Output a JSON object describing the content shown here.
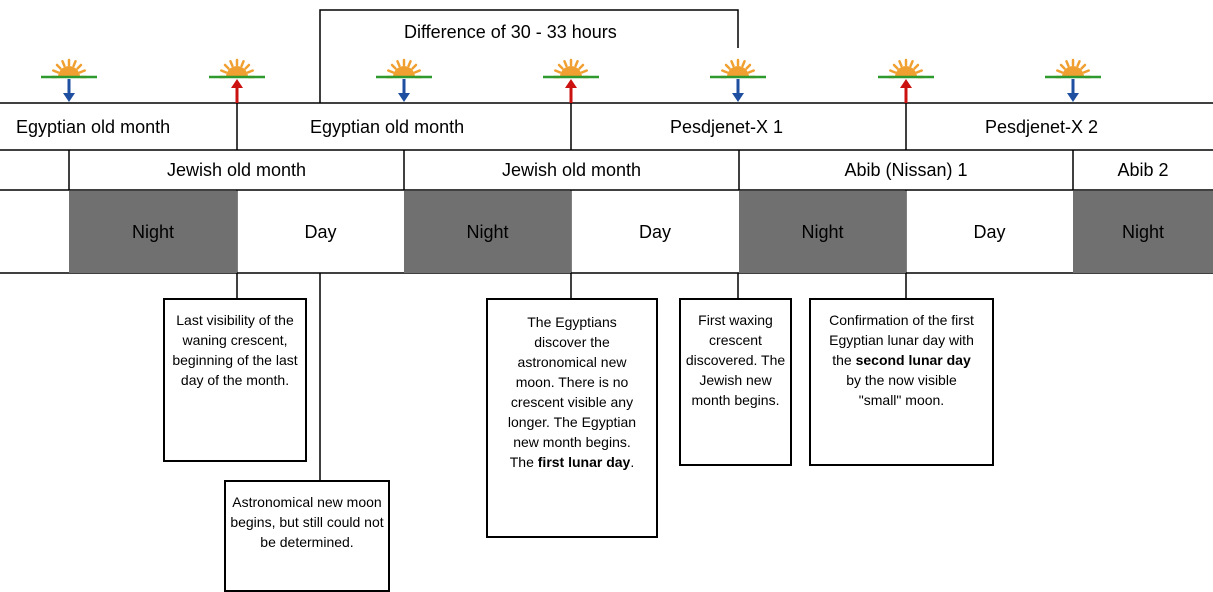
{
  "difference_label": "Difference of 30 - 33 hours",
  "egyptian_row": [
    "Egyptian old month",
    "Egyptian old month",
    "Pesdjenet-X 1",
    "Pesdjenet-X 2"
  ],
  "jewish_row": [
    "Jewish old month",
    "Jewish old month",
    "Abib (Nissan) 1",
    "Abib 2"
  ],
  "day_night_row": [
    "Night",
    "Day",
    "Night",
    "Day",
    "Night",
    "Day",
    "Night"
  ],
  "notes": {
    "last_visibility": "Last visibility of the waning crescent, beginning of the last day of the month.",
    "astronomical_new_moon": "Astronomical new moon begins, but still could not be determined.",
    "egyptians_discover": {
      "pre": "The Egyptians discover the astronomical new moon. There is no crescent visible any longer. The Egyptian new month begins. The",
      "bold": "first lunar day",
      "post": "."
    },
    "first_waxing": "First waxing crescent discovered. The Jewish new month begins.",
    "confirmation": {
      "pre": "Confirmation of the first Egyptian lunar day with the",
      "bold": "second lunar day",
      "post": "by the now visible \"small\" moon."
    }
  },
  "sun_events": [
    {
      "type": "sunset",
      "arrow": "down",
      "color": "#1f4fa0"
    },
    {
      "type": "sunrise",
      "arrow": "up",
      "color": "#cc1111"
    },
    {
      "type": "sunset",
      "arrow": "down",
      "color": "#1f4fa0"
    },
    {
      "type": "sunrise",
      "arrow": "up",
      "color": "#cc1111"
    },
    {
      "type": "sunset",
      "arrow": "down",
      "color": "#1f4fa0"
    },
    {
      "type": "sunrise",
      "arrow": "up",
      "color": "#cc1111"
    },
    {
      "type": "sunset",
      "arrow": "down",
      "color": "#1f4fa0"
    }
  ],
  "colors": {
    "night": "#707070",
    "sun": "#f0a030",
    "horizon": "#2e9a2e"
  }
}
